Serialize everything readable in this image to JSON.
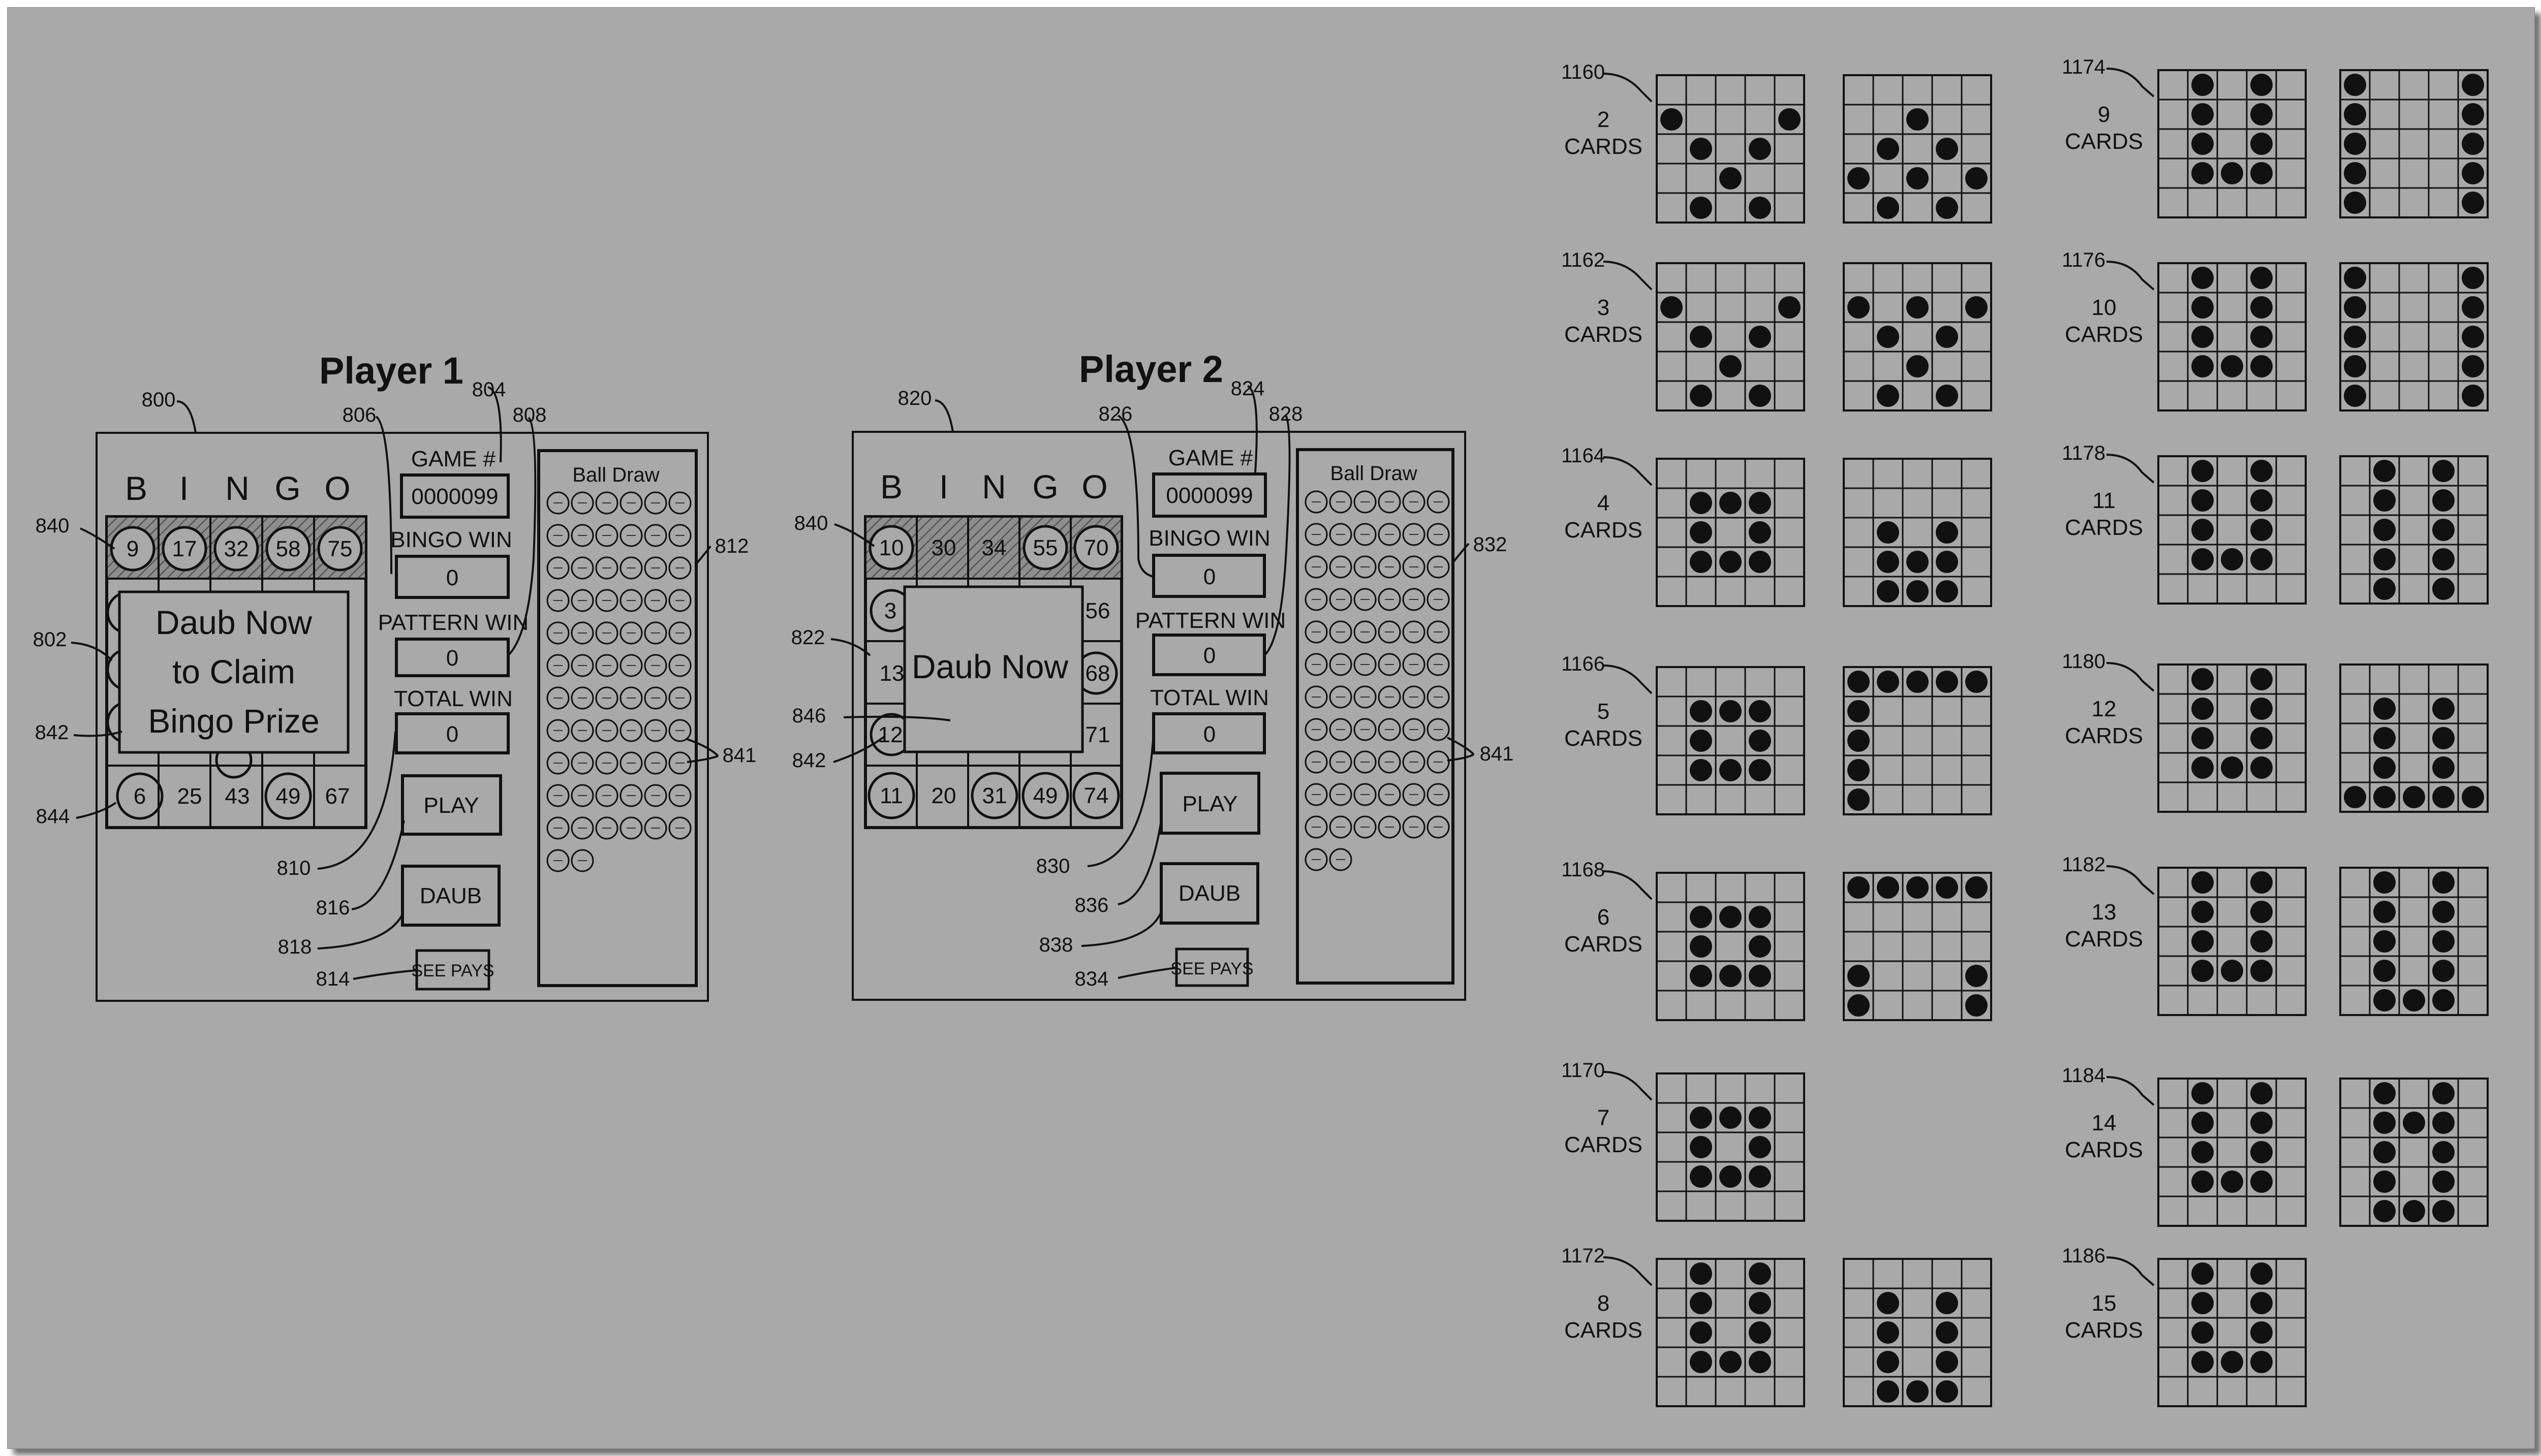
{
  "colors": {
    "background": "#a9a9a9",
    "ink": "#111111",
    "shade": "#7a7a7a"
  },
  "player1": {
    "title": "Player 1",
    "letters": [
      "B",
      "I",
      "N",
      "G",
      "O"
    ],
    "row_top": [
      "9",
      "17",
      "32",
      "58",
      "75"
    ],
    "row_bottom": [
      "6",
      "25",
      "43",
      "49",
      "67"
    ],
    "overlay": [
      "Daub Now",
      "to Claim",
      "Bingo Prize"
    ],
    "game_label": "GAME #",
    "game_value": "0000099",
    "bingo_win_label": "BINGO WIN",
    "bingo_win_value": "0",
    "pattern_win_label": "PATTERN WIN",
    "pattern_win_value": "0",
    "total_win_label": "TOTAL WIN",
    "total_win_value": "0",
    "play_label": "PLAY",
    "daub_label": "DAUB",
    "see_pays_label": "SEE PAYS",
    "ball_draw_label": "Ball Draw",
    "refs": {
      "r800": "800",
      "r804": "804",
      "r806": "806",
      "r808": "808",
      "r840": "840",
      "r802": "802",
      "r842": "842",
      "r844": "844",
      "r812": "812",
      "r841": "841",
      "r810": "810",
      "r816": "816",
      "r818": "818",
      "r814": "814"
    }
  },
  "player2": {
    "title": "Player 2",
    "letters": [
      "B",
      "I",
      "N",
      "G",
      "O"
    ],
    "row_top": [
      "10",
      "30",
      "34",
      "55",
      "70"
    ],
    "row_bottom": [
      "11",
      "20",
      "31",
      "49",
      "74"
    ],
    "side_cells": [
      "3",
      "13",
      "12",
      "56",
      "68",
      "71"
    ],
    "overlay": [
      "Daub Now"
    ],
    "game_label": "GAME #",
    "game_value": "0000099",
    "bingo_win_label": "BINGO WIN",
    "bingo_win_value": "0",
    "pattern_win_label": "PATTERN WIN",
    "pattern_win_value": "0",
    "total_win_label": "TOTAL WIN",
    "total_win_value": "0",
    "play_label": "PLAY",
    "daub_label": "DAUB",
    "see_pays_label": "SEE PAYS",
    "ball_draw_label": "Ball Draw",
    "refs": {
      "r820": "820",
      "r824": "824",
      "r826": "826",
      "r828": "828",
      "r840": "840",
      "r822": "822",
      "r846": "846",
      "r842": "842",
      "r832": "832",
      "r841": "841",
      "r830": "830",
      "r836": "836",
      "r838": "838",
      "r834": "834"
    }
  },
  "patterns": {
    "cards_word": "CARDS",
    "left_column": [
      {
        "ref": "1160",
        "count": "2",
        "grids": [
          [
            [
              0,
              0,
              0,
              0,
              0
            ],
            [
              1,
              0,
              0,
              0,
              1
            ],
            [
              0,
              1,
              0,
              1,
              0
            ],
            [
              0,
              0,
              1,
              0,
              0
            ],
            [
              0,
              1,
              0,
              1,
              0
            ]
          ],
          [
            [
              0,
              0,
              0,
              0,
              0
            ],
            [
              0,
              0,
              1,
              0,
              0
            ],
            [
              0,
              1,
              0,
              1,
              0
            ],
            [
              1,
              0,
              1,
              0,
              1
            ],
            [
              0,
              1,
              0,
              1,
              0
            ]
          ]
        ]
      },
      {
        "ref": "1162",
        "count": "3",
        "grids": [
          [
            [
              0,
              0,
              0,
              0,
              0
            ],
            [
              1,
              0,
              0,
              0,
              1
            ],
            [
              0,
              1,
              0,
              1,
              0
            ],
            [
              0,
              0,
              1,
              0,
              0
            ],
            [
              0,
              1,
              0,
              1,
              0
            ]
          ],
          [
            [
              0,
              0,
              0,
              0,
              0
            ],
            [
              1,
              0,
              1,
              0,
              1
            ],
            [
              0,
              1,
              0,
              1,
              0
            ],
            [
              0,
              0,
              1,
              0,
              0
            ],
            [
              0,
              1,
              0,
              1,
              0
            ]
          ]
        ]
      },
      {
        "ref": "1164",
        "count": "4",
        "grids": [
          [
            [
              0,
              0,
              0,
              0,
              0
            ],
            [
              0,
              1,
              1,
              1,
              0
            ],
            [
              0,
              1,
              0,
              1,
              0
            ],
            [
              0,
              1,
              1,
              1,
              0
            ],
            [
              0,
              0,
              0,
              0,
              0
            ]
          ],
          [
            [
              0,
              0,
              0,
              0,
              0
            ],
            [
              0,
              0,
              0,
              0,
              0
            ],
            [
              0,
              1,
              0,
              1,
              0
            ],
            [
              0,
              1,
              1,
              1,
              0
            ],
            [
              0,
              1,
              1,
              1,
              0
            ]
          ]
        ]
      },
      {
        "ref": "1166",
        "count": "5",
        "grids": [
          [
            [
              0,
              0,
              0,
              0,
              0
            ],
            [
              0,
              1,
              1,
              1,
              0
            ],
            [
              0,
              1,
              0,
              1,
              0
            ],
            [
              0,
              1,
              1,
              1,
              0
            ],
            [
              0,
              0,
              0,
              0,
              0
            ]
          ],
          [
            [
              1,
              1,
              1,
              1,
              1
            ],
            [
              1,
              0,
              0,
              0,
              0
            ],
            [
              1,
              0,
              0,
              0,
              0
            ],
            [
              1,
              0,
              0,
              0,
              0
            ],
            [
              1,
              0,
              0,
              0,
              0
            ]
          ]
        ]
      },
      {
        "ref": "1168",
        "count": "6",
        "grids": [
          [
            [
              0,
              0,
              0,
              0,
              0
            ],
            [
              0,
              1,
              1,
              1,
              0
            ],
            [
              0,
              1,
              0,
              1,
              0
            ],
            [
              0,
              1,
              1,
              1,
              0
            ],
            [
              0,
              0,
              0,
              0,
              0
            ]
          ],
          [
            [
              1,
              1,
              1,
              1,
              1
            ],
            [
              0,
              0,
              0,
              0,
              0
            ],
            [
              0,
              0,
              0,
              0,
              0
            ],
            [
              1,
              0,
              0,
              0,
              1
            ],
            [
              1,
              0,
              0,
              0,
              1
            ]
          ]
        ]
      },
      {
        "ref": "1170",
        "count": "7",
        "grids": [
          [
            [
              0,
              0,
              0,
              0,
              0
            ],
            [
              0,
              1,
              1,
              1,
              0
            ],
            [
              0,
              1,
              0,
              1,
              0
            ],
            [
              0,
              1,
              1,
              1,
              0
            ],
            [
              0,
              0,
              0,
              0,
              0
            ]
          ]
        ]
      },
      {
        "ref": "1172",
        "count": "8",
        "grids": [
          [
            [
              0,
              1,
              0,
              1,
              0
            ],
            [
              0,
              1,
              0,
              1,
              0
            ],
            [
              0,
              1,
              0,
              1,
              0
            ],
            [
              0,
              1,
              1,
              1,
              0
            ],
            [
              0,
              0,
              0,
              0,
              0
            ]
          ],
          [
            [
              0,
              0,
              0,
              0,
              0
            ],
            [
              0,
              1,
              0,
              1,
              0
            ],
            [
              0,
              1,
              0,
              1,
              0
            ],
            [
              0,
              1,
              0,
              1,
              0
            ],
            [
              0,
              1,
              1,
              1,
              0
            ]
          ]
        ]
      }
    ],
    "right_column": [
      {
        "ref": "1174",
        "count": "9",
        "grids": [
          [
            [
              0,
              1,
              0,
              1,
              0
            ],
            [
              0,
              1,
              0,
              1,
              0
            ],
            [
              0,
              1,
              0,
              1,
              0
            ],
            [
              0,
              1,
              1,
              1,
              0
            ],
            [
              0,
              0,
              0,
              0,
              0
            ]
          ],
          [
            [
              1,
              0,
              0,
              0,
              1
            ],
            [
              1,
              0,
              0,
              0,
              1
            ],
            [
              1,
              0,
              0,
              0,
              1
            ],
            [
              1,
              0,
              0,
              0,
              1
            ],
            [
              1,
              0,
              0,
              0,
              1
            ]
          ]
        ]
      },
      {
        "ref": "1176",
        "count": "10",
        "grids": [
          [
            [
              0,
              1,
              0,
              1,
              0
            ],
            [
              0,
              1,
              0,
              1,
              0
            ],
            [
              0,
              1,
              0,
              1,
              0
            ],
            [
              0,
              1,
              1,
              1,
              0
            ],
            [
              0,
              0,
              0,
              0,
              0
            ]
          ],
          [
            [
              1,
              0,
              0,
              0,
              1
            ],
            [
              1,
              0,
              0,
              0,
              1
            ],
            [
              1,
              0,
              0,
              0,
              1
            ],
            [
              1,
              0,
              0,
              0,
              1
            ],
            [
              1,
              0,
              0,
              0,
              1
            ]
          ]
        ]
      },
      {
        "ref": "1178",
        "count": "11",
        "grids": [
          [
            [
              0,
              1,
              0,
              1,
              0
            ],
            [
              0,
              1,
              0,
              1,
              0
            ],
            [
              0,
              1,
              0,
              1,
              0
            ],
            [
              0,
              1,
              1,
              1,
              0
            ],
            [
              0,
              0,
              0,
              0,
              0
            ]
          ],
          [
            [
              0,
              1,
              0,
              1,
              0
            ],
            [
              0,
              1,
              0,
              1,
              0
            ],
            [
              0,
              1,
              0,
              1,
              0
            ],
            [
              0,
              1,
              0,
              1,
              0
            ],
            [
              0,
              1,
              0,
              1,
              0
            ]
          ]
        ]
      },
      {
        "ref": "1180",
        "count": "12",
        "grids": [
          [
            [
              0,
              1,
              0,
              1,
              0
            ],
            [
              0,
              1,
              0,
              1,
              0
            ],
            [
              0,
              1,
              0,
              1,
              0
            ],
            [
              0,
              1,
              1,
              1,
              0
            ],
            [
              0,
              0,
              0,
              0,
              0
            ]
          ],
          [
            [
              0,
              0,
              0,
              0,
              0
            ],
            [
              0,
              1,
              0,
              1,
              0
            ],
            [
              0,
              1,
              0,
              1,
              0
            ],
            [
              0,
              1,
              0,
              1,
              0
            ],
            [
              1,
              1,
              1,
              1,
              1
            ]
          ]
        ]
      },
      {
        "ref": "1182",
        "count": "13",
        "grids": [
          [
            [
              0,
              1,
              0,
              1,
              0
            ],
            [
              0,
              1,
              0,
              1,
              0
            ],
            [
              0,
              1,
              0,
              1,
              0
            ],
            [
              0,
              1,
              1,
              1,
              0
            ],
            [
              0,
              0,
              0,
              0,
              0
            ]
          ],
          [
            [
              0,
              1,
              0,
              1,
              0
            ],
            [
              0,
              1,
              0,
              1,
              0
            ],
            [
              0,
              1,
              0,
              1,
              0
            ],
            [
              0,
              1,
              0,
              1,
              0
            ],
            [
              0,
              1,
              1,
              1,
              0
            ]
          ]
        ]
      },
      {
        "ref": "1184",
        "count": "14",
        "grids": [
          [
            [
              0,
              1,
              0,
              1,
              0
            ],
            [
              0,
              1,
              0,
              1,
              0
            ],
            [
              0,
              1,
              0,
              1,
              0
            ],
            [
              0,
              1,
              1,
              1,
              0
            ],
            [
              0,
              0,
              0,
              0,
              0
            ]
          ],
          [
            [
              0,
              1,
              0,
              1,
              0
            ],
            [
              0,
              1,
              1,
              1,
              0
            ],
            [
              0,
              1,
              0,
              1,
              0
            ],
            [
              0,
              1,
              0,
              1,
              0
            ],
            [
              0,
              1,
              1,
              1,
              0
            ]
          ]
        ]
      },
      {
        "ref": "1186",
        "count": "15",
        "grids": [
          [
            [
              0,
              1,
              0,
              1,
              0
            ],
            [
              0,
              1,
              0,
              1,
              0
            ],
            [
              0,
              1,
              0,
              1,
              0
            ],
            [
              0,
              1,
              1,
              1,
              0
            ],
            [
              0,
              0,
              0,
              0,
              0
            ]
          ]
        ]
      }
    ]
  }
}
